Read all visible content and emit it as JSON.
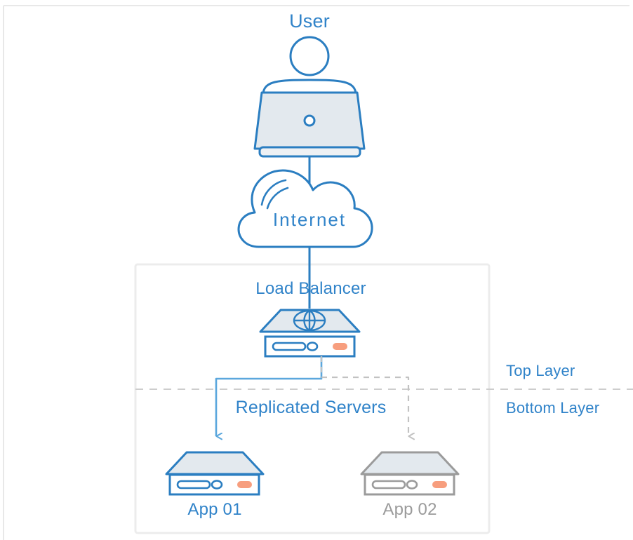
{
  "diagram": {
    "title_nodes": {
      "user": "User",
      "internet": "Internet",
      "load_balancer": "Load Balancer",
      "replicated_servers": "Replicated Servers",
      "app01": "App 01",
      "app02": "App 02"
    },
    "layer_labels": {
      "top": "Top Layer",
      "bottom": "Bottom Layer"
    },
    "icons": {
      "user": "user-laptop-icon",
      "internet": "cloud-icon",
      "load_balancer": "server-globe-icon",
      "app01": "server-icon",
      "app02": "server-icon"
    },
    "colors": {
      "blue_stroke": "#2b7ec1",
      "blue_text": "#3083c9",
      "blue_light_stroke": "#5ba7dd",
      "grey_stroke": "#9b9b9b",
      "grey_text": "#9b9b9b",
      "grey_dash": "#c9c9c9",
      "panel_fill": "#e3e9ee",
      "orange_accent": "#f79e7e",
      "box_border": "#ececec",
      "page_border": "#e8e8e8",
      "background": "#ffffff"
    }
  }
}
